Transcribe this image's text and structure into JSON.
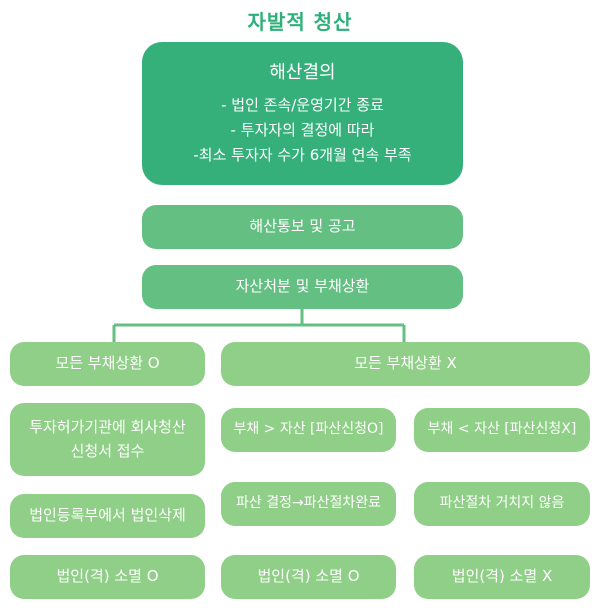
{
  "title": "자발적 청산",
  "main": {
    "heading": "해산결의",
    "lines": [
      "- 법인 존속/운영기간 종료",
      "- 투자자의 결정에 따라",
      "-최소 투자자 수가 6개월 연속 부족"
    ]
  },
  "steps": {
    "notice": "해산통보 및 공고",
    "disposal": "자산처분 및 부채상환"
  },
  "branch_left": {
    "head": "모든 부채상환 O",
    "step1_line1": "투자허가기관에 회사청산",
    "step1_line2": "신청서 접수",
    "step2": "법인등록부에서 법인삭제",
    "result": "법인(격) 소멸 O"
  },
  "branch_right": {
    "head": "모든 부채상환 X",
    "a_condition": "부채 > 자산 [파산신청O]",
    "a_step": "파산 결정→파산절차완료",
    "a_result": "법인(격) 소멸 O",
    "b_condition": "부채 < 자산 [파산신청X]",
    "b_step": "파산절차 거치지 않음",
    "b_result": "법인(격) 소멸 X"
  },
  "colors": {
    "title": "#2fb07a",
    "dark_box": "#35b07a",
    "mid_box": "#64bf82",
    "light_box": "#8fcf87",
    "connector": "#64bf82"
  }
}
